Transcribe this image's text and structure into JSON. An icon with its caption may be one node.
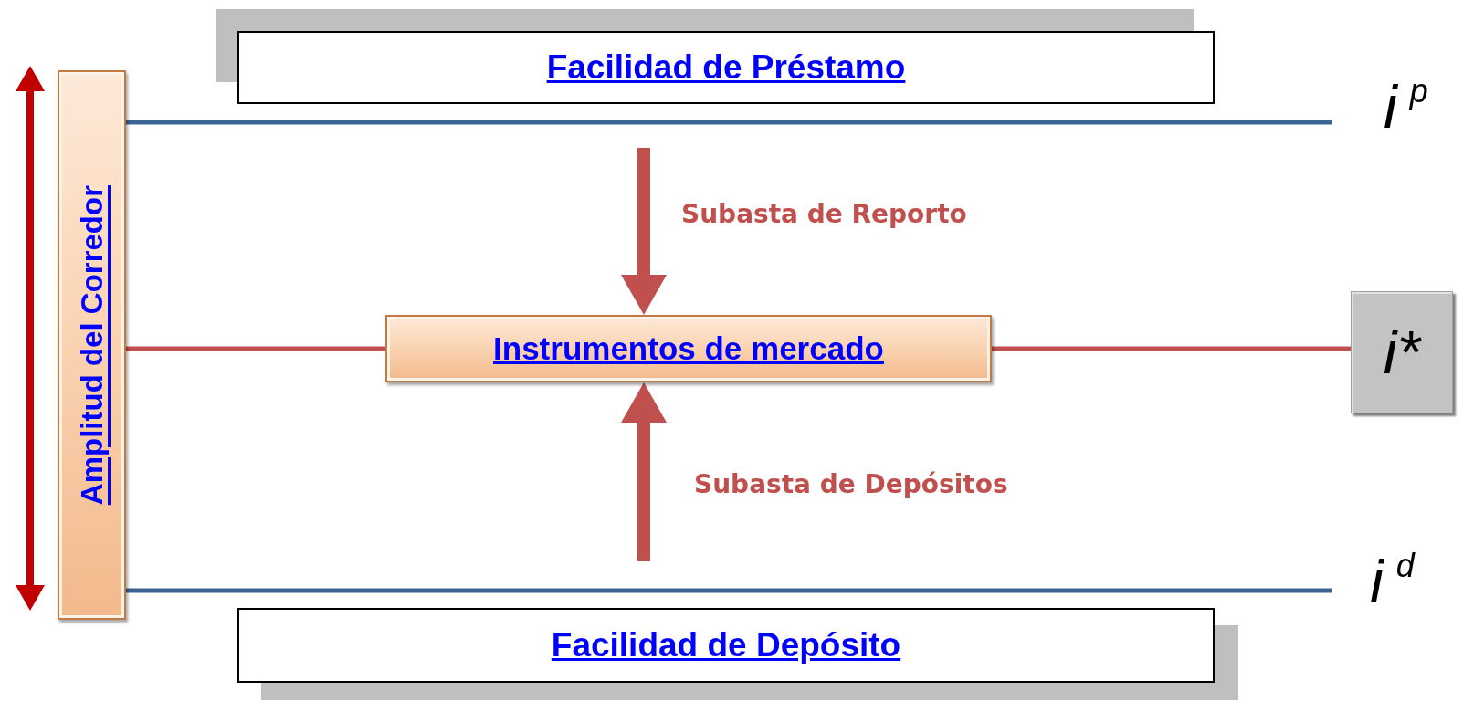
{
  "diagram": {
    "nodes": [
      {
        "text": [
          "Facilidad de Préstamo"
        ]
      },
      {
        "text": [
          "Amplitud del Corredor"
        ]
      },
      {
        "text": [
          "Instrumentos de mercado"
        ]
      },
      {
        "text": [
          "i*"
        ]
      },
      {
        "text": [
          "Facilidad de Depósito"
        ]
      }
    ],
    "edges": [
      {
        "from": null,
        "to": 2,
        "arrow": "to",
        "label": "Subasta de Reporto",
        "style": "thick"
      },
      {
        "from": null,
        "to": 2,
        "arrow": "to",
        "label": "Subasta de Depósitos",
        "style": "thick"
      },
      {
        "from": 1,
        "to": 2,
        "arrow": "none"
      },
      {
        "from": 2,
        "to": 3,
        "arrow": "none"
      }
    ],
    "labels": [
      "i$^{p}$",
      "i$^{d}$"
    ]
  }
}
